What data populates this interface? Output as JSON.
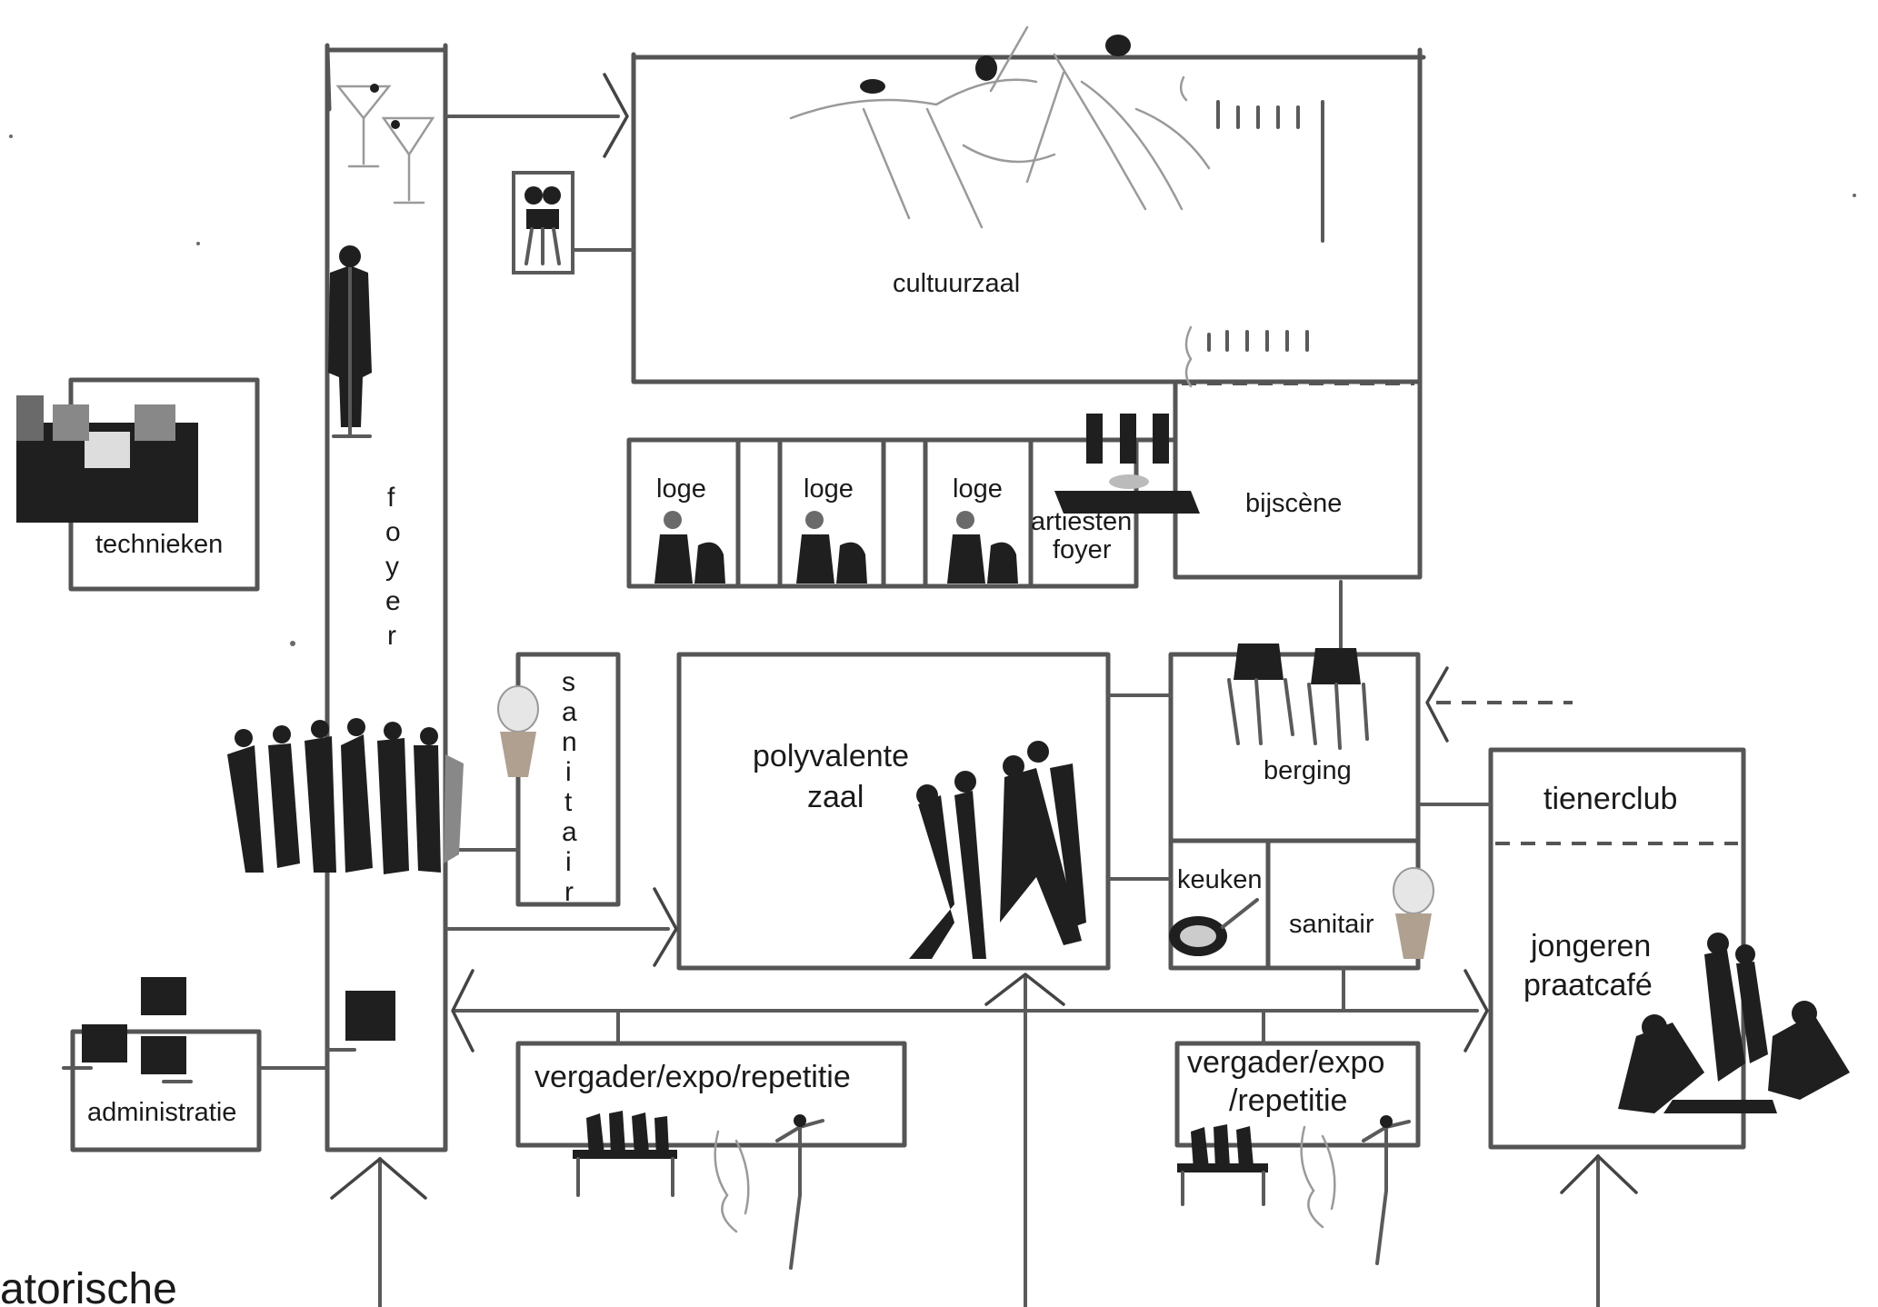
{
  "rooms": {
    "cultuurzaal": "cultuurzaal",
    "bijscene": "bijscène",
    "loge_1": "loge",
    "loge_2": "loge",
    "loge_3": "loge",
    "artiesten_foyer_line1": "artiesten",
    "artiesten_foyer_line2": "foyer",
    "technieken": "technieken",
    "foyer": [
      "f",
      "o",
      "y",
      "e",
      "r"
    ],
    "sanitair_vertical": [
      "s",
      "a",
      "n",
      "i",
      "t",
      "a",
      "i",
      "r"
    ],
    "polyvalente_line1": "polyvalente",
    "polyvalente_line2": "zaal",
    "berging": "berging",
    "keuken": "keuken",
    "sanitair": "sanitair",
    "tienerclub": "tienerclub",
    "jongeren_line1": "jongeren",
    "jongeren_line2": "praatcafé",
    "vergader_left": "vergader/expo/repetitie",
    "vergader_right_line1": "vergader/expo",
    "vergader_right_line2": "/repetitie",
    "administratie": "administratie"
  },
  "caption_fragment": "atorische",
  "colors": {
    "wall": "#555555",
    "ink": "#1f1f1f",
    "background": "#ffffff"
  },
  "icons": [
    "cocktail-glasses-icon",
    "coat-rack-icon",
    "film-projector-icon",
    "dancers-icon",
    "tech-equipment-icon",
    "makeup-artist-icon",
    "mixing-desk-icon",
    "crowd-icon",
    "toilet-icon",
    "dancing-couples-icon",
    "stacked-chairs-icon",
    "frying-pan-icon",
    "meeting-table-icon",
    "ballet-dancer-icon",
    "computer-monitor-icon",
    "youth-group-icon"
  ]
}
